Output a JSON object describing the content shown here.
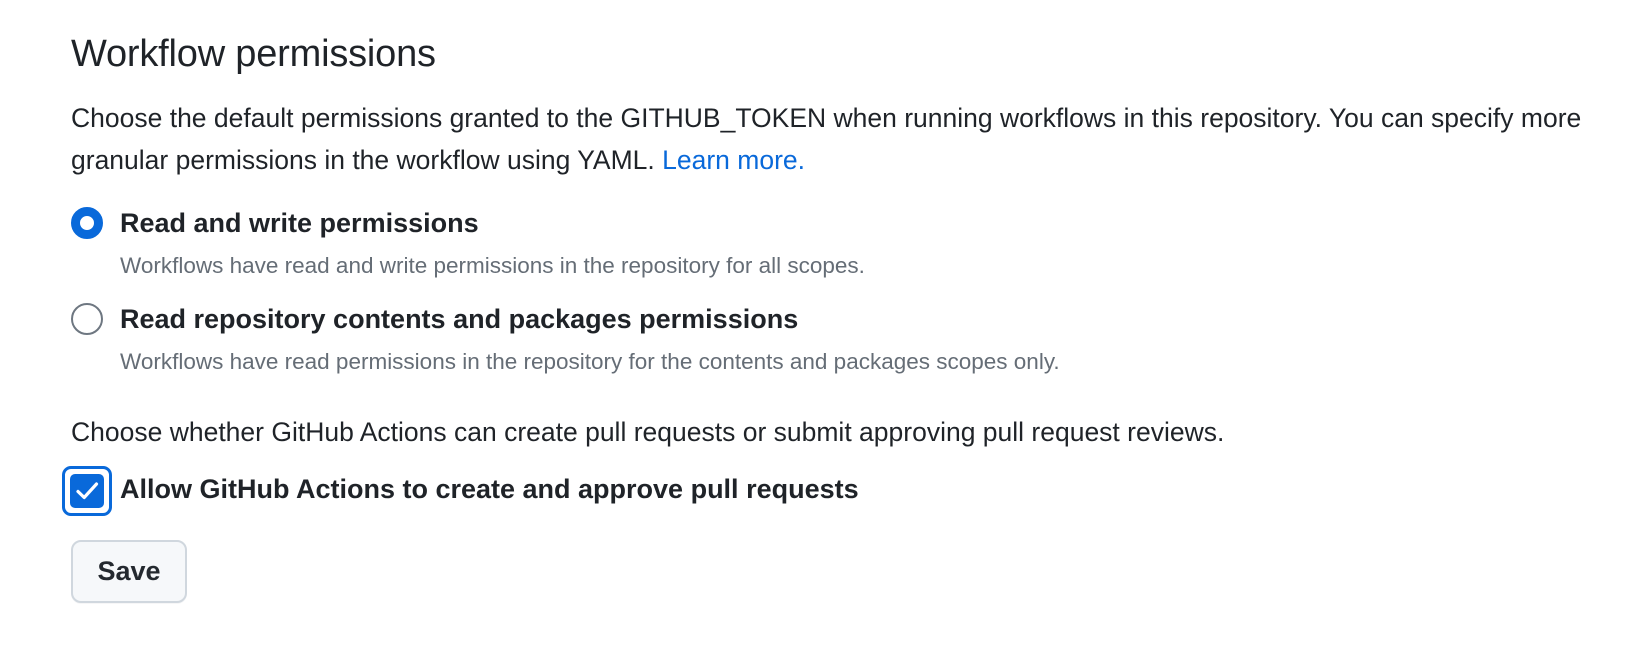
{
  "section": {
    "title": "Workflow permissions",
    "description": "Choose the default permissions granted to the GITHUB_TOKEN when running workflows in this repository. You can specify more granular permissions in the workflow using YAML.",
    "learn_more": "Learn more."
  },
  "options": [
    {
      "label": "Read and write permissions",
      "hint": "Workflows have read and write permissions in the repository for all scopes.",
      "selected": true
    },
    {
      "label": "Read repository contents and packages permissions",
      "hint": "Workflows have read permissions in the repository for the contents and packages scopes only.",
      "selected": false
    }
  ],
  "pull_requests": {
    "prompt": "Choose whether GitHub Actions can create pull requests or submit approving pull request reviews.",
    "checkbox_label": "Allow GitHub Actions to create and approve pull requests",
    "checked": true
  },
  "actions": {
    "save_label": "Save"
  },
  "colors": {
    "accent": "#0969da",
    "text": "#1f2328",
    "muted": "#656d76"
  },
  "icons": {
    "radio_selected": "radio-selected-icon",
    "radio_unselected": "radio-unselected-icon",
    "checkmark": "checkmark-icon"
  }
}
